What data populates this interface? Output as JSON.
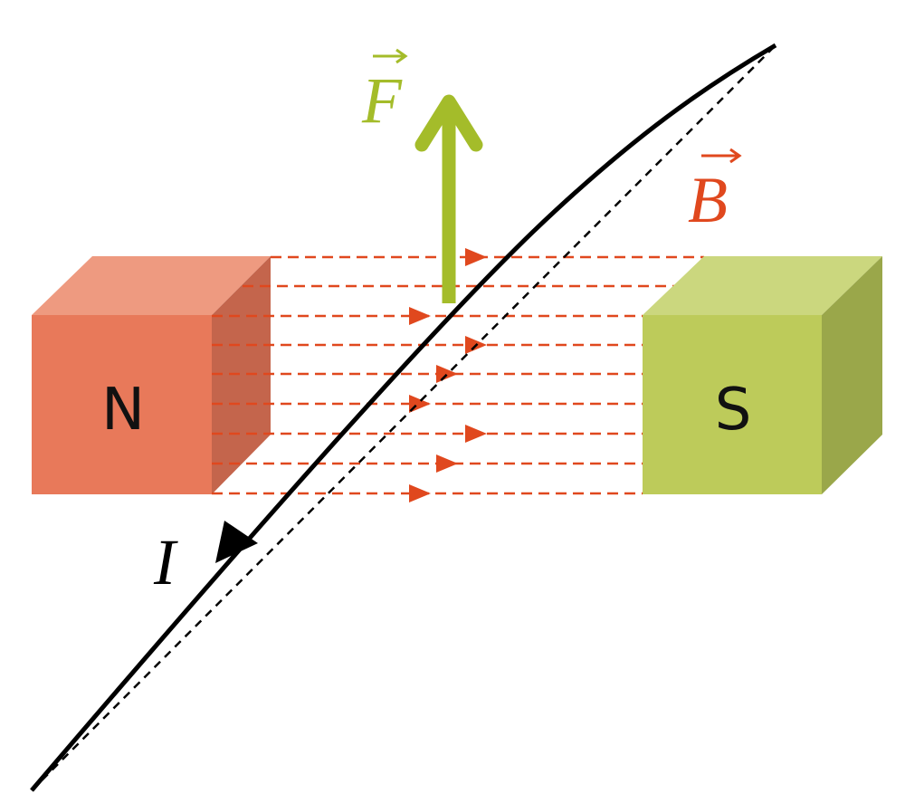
{
  "magnets": {
    "north": {
      "label": "N",
      "front": "#E8795A",
      "top": "#EE9A80",
      "side": "#C4654C"
    },
    "south": {
      "label": "S",
      "front": "#BDCB5A",
      "top": "#CBD77E",
      "side": "#9AA74A"
    }
  },
  "field": {
    "label": "B",
    "color": "#E0481E"
  },
  "force": {
    "label": "F",
    "color": "#A4BC2A"
  },
  "current": {
    "label": "I",
    "color": "#000000"
  },
  "icons": {
    "field_arrow": "field-line-arrowhead-icon",
    "force_arrow": "force-arrow-icon",
    "current_arrow": "current-arrowhead-icon",
    "vector_arrow": "vector-overarrow-icon"
  }
}
